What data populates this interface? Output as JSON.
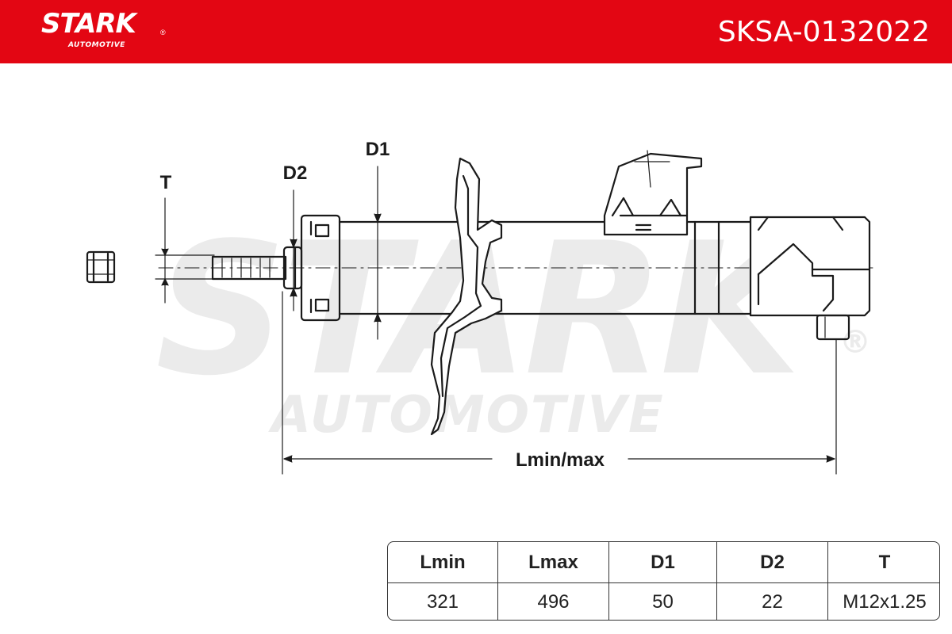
{
  "header": {
    "brand": "STARK",
    "brand_registered": "®",
    "brand_sub": "AUTOMOTIVE",
    "part_number": "SKSA-0132022",
    "background_color": "#e30613"
  },
  "watermark": {
    "main": "STARK",
    "sub": "AUTOMOTIVE",
    "registered": "®",
    "color": "#ebebeb"
  },
  "diagram": {
    "labels": {
      "t": "T",
      "d2": "D2",
      "d1": "D1",
      "length": "Lmin/max"
    }
  },
  "specs": {
    "headers": [
      "Lmin",
      "Lmax",
      "D1",
      "D2",
      "T"
    ],
    "values": [
      "321",
      "496",
      "50",
      "22",
      "M12x1.25"
    ]
  }
}
